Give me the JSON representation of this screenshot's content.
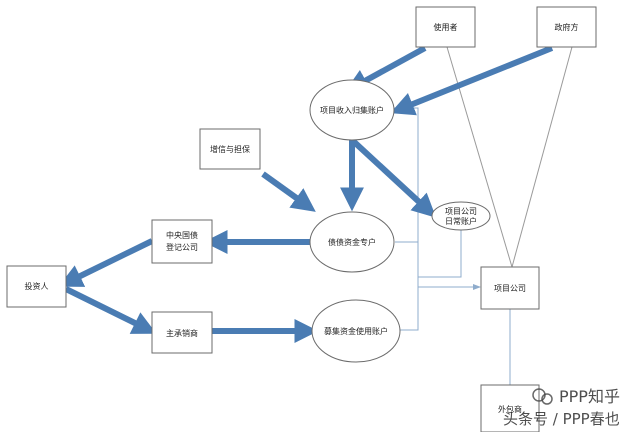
{
  "nodes": {
    "user": "使用者",
    "government": "政府方",
    "revenue_account": "项目收入归集账户",
    "credit_enhancement": "增信与担保",
    "central_depository_line1": "中央国债",
    "central_depository_line2": "登记公司",
    "debt_fund_account": "债债资金专户",
    "project_company_daily_line1": "项目公司",
    "project_company_daily_line2": "日常账户",
    "investor": "投资人",
    "project_company": "项目公司",
    "lead_underwriter": "主承销商",
    "raised_fund_account": "募集资金使用账户",
    "external_contractor": "外包商"
  },
  "watermark": {
    "line1": "PPP知乎",
    "line2": "头条号 / PPP春也"
  },
  "colors": {
    "bold_arrow": "#4a7cb3",
    "thin_arrow": "#8faccc",
    "outline": "#6b6b6b"
  }
}
